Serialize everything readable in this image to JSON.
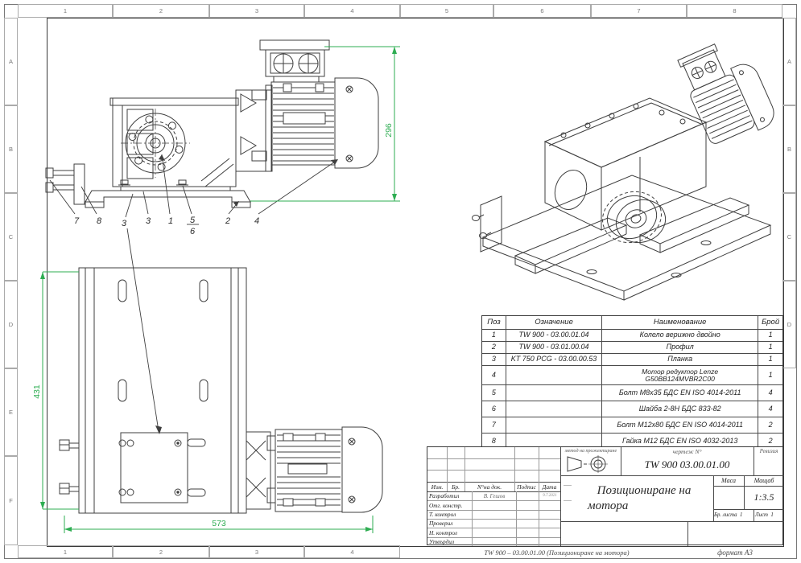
{
  "zones": {
    "top": [
      "1",
      "2",
      "3",
      "4",
      "5",
      "6",
      "7",
      "8"
    ],
    "bottom": [
      "1",
      "2",
      "3",
      "4"
    ],
    "left": [
      "A",
      "B",
      "C",
      "D",
      "E",
      "F"
    ],
    "right": [
      "A",
      "B",
      "C",
      "D"
    ]
  },
  "drawing": {
    "dimensions": {
      "side_height": "296",
      "plate_length": "431",
      "base_width": "573"
    },
    "callouts": [
      "7",
      "8",
      "3",
      "3",
      "1",
      "5",
      "6",
      "2",
      "4"
    ]
  },
  "parts_table": {
    "headers": [
      "Поз",
      "Означение",
      "Наименование",
      "Брой"
    ],
    "rows": [
      {
        "pos": "1",
        "code": "TW 900 - 03.00.01.04",
        "name": "Колело верижно двойно",
        "qty": "1"
      },
      {
        "pos": "2",
        "code": "TW 900 - 03.01.00.04",
        "name": "Профил",
        "qty": "1"
      },
      {
        "pos": "3",
        "code": "KT 750 PCG - 03.00.00.53",
        "name": "Планка",
        "qty": "1"
      },
      {
        "pos": "4",
        "code": "",
        "name": "Мотор редуктор Lenze G50BB124MVBR2C00",
        "qty": "1"
      },
      {
        "pos": "5",
        "code": "",
        "name": "Болт М8х35 БДС EN ISO 4014-2011",
        "qty": "4"
      },
      {
        "pos": "6",
        "code": "",
        "name": "Шайба 2-8Н БДС 833-82",
        "qty": "4"
      },
      {
        "pos": "7",
        "code": "",
        "name": "Болт М12х80 БДС EN ISO 4014-2011",
        "qty": "2"
      },
      {
        "pos": "8",
        "code": "",
        "name": "Гайка М12 БДС EN ISO 4032-2013",
        "qty": "2"
      }
    ]
  },
  "title_block": {
    "projection_label": "метод на прожектиране",
    "drawing_no_label": "чертеж N°",
    "drawing_no": "TW 900  03.00.01.00",
    "revision_label": "Ревизия",
    "mass_label": "Маса",
    "scale_label": "Мащаб",
    "scale_value": "1:3.5",
    "sheets_label": "Бр. листа",
    "sheets_value": "1",
    "sheet_label": "Лист",
    "sheet_value": "1",
    "title_line1": "Позициониране  на",
    "title_line2": "мотора",
    "columns": [
      "Изм.",
      "Бр.",
      "N°на док.",
      "Подпис",
      "Дата"
    ],
    "rows": [
      {
        "label": "Разработил",
        "name": "В. Гешов",
        "date": "9.7.2021"
      },
      {
        "label": "Отг. констр.",
        "name": "",
        "date": ""
      },
      {
        "label": "Т. контрол",
        "name": "",
        "date": ""
      },
      {
        "label": "Проверил",
        "name": "",
        "date": ""
      },
      {
        "label": "Н. контрол",
        "name": "",
        "date": ""
      },
      {
        "label": "Утвърдил",
        "name": "",
        "date": ""
      }
    ]
  },
  "footer": {
    "designation": "TW 900  –  03.00.01.00  (Позициониране  на  мотора)",
    "format": "формат  А3"
  },
  "colors": {
    "dimension_green": "#2ead52",
    "line": "#3f3f3f"
  }
}
